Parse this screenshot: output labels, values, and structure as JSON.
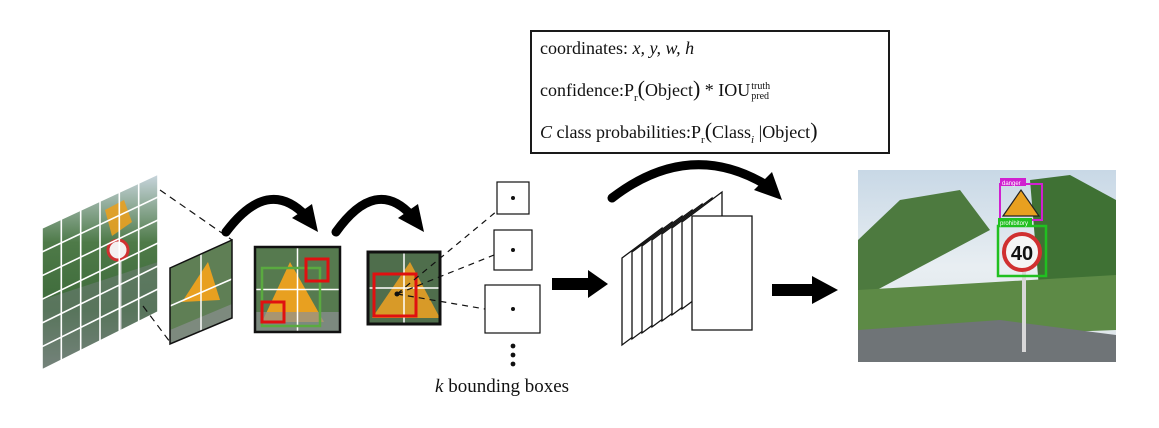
{
  "info_box": {
    "coordinates_label": "coordinates:",
    "coordinates_vars": "x, y, w, h",
    "confidence_label": "confidence:",
    "confidence_P": "P",
    "confidence_r": "r",
    "confidence_object": "Object",
    "confidence_star": "*",
    "confidence_iou": "IOU",
    "confidence_truth": "truth",
    "confidence_pred": "pred",
    "class_C": "C",
    "class_label": "class probabilities:",
    "class_P": "P",
    "class_r": "r",
    "class_class": "Class",
    "class_i": "i",
    "class_bar": "|",
    "class_object": "Object"
  },
  "caption": {
    "k": "k",
    "text": "bounding boxes"
  },
  "detections": [
    {
      "label": "danger",
      "color": "#d020d0"
    },
    {
      "label": "prohibitory",
      "color": "#20c020"
    }
  ],
  "sign_speed": "40",
  "colors": {
    "red_box": "#e01010",
    "green_box": "#5aaa40",
    "arrow": "#000000",
    "sign_yellow": "#e8a020",
    "sign_red": "#d03030"
  }
}
